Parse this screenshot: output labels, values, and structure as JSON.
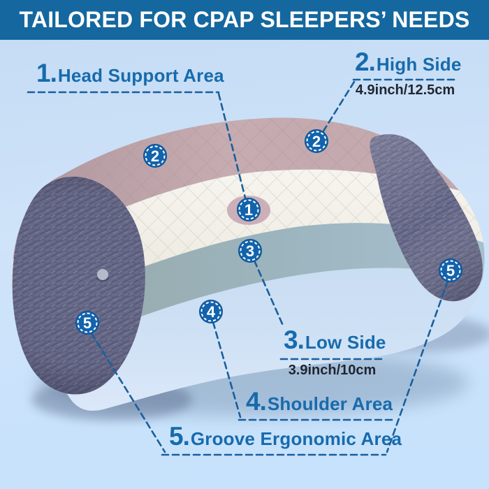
{
  "header": {
    "title": "TAILORED FOR CPAP SLEEPERS’ NEEDS"
  },
  "callouts": [
    {
      "num": "1.",
      "label": "Head Support Area"
    },
    {
      "num": "2.",
      "label": "High Side",
      "measure": "4.9inch/12.5cm"
    },
    {
      "num": "3.",
      "label": "Low Side",
      "measure": "3.9inch/10cm"
    },
    {
      "num": "4.",
      "label": "Shoulder Area"
    },
    {
      "num": "5.",
      "label": "Groove Ergonomic Area"
    }
  ],
  "badges": [
    {
      "number": "1"
    },
    {
      "number": "2"
    },
    {
      "number": "2"
    },
    {
      "number": "3"
    },
    {
      "number": "4"
    },
    {
      "number": "5"
    },
    {
      "number": "5"
    }
  ],
  "colors": {
    "header_bg": "#15679F",
    "label_blue": "#176BAC",
    "measure_dark": "#1F2630",
    "badge_blue": "#1263AC",
    "line_blue": "#1A5F9C",
    "pillow_mauve": "#C2A8AC",
    "pillow_white": "#F5F3EE",
    "pillow_slate": "#9FB8C4",
    "pillow_lightblue": "#CBDDF2",
    "pillow_navy": "#6B6D8C",
    "background": "#C9E0F9"
  }
}
